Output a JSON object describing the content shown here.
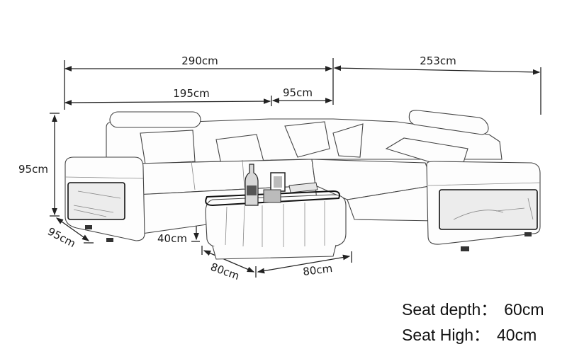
{
  "diagram": {
    "subject": "L-shaped sectional sofa with coffee table",
    "dimensions": {
      "total_width_left": "290cm",
      "total_width_right": "253cm",
      "section_width_left": "195cm",
      "section_width_corner": "95cm",
      "height": "95cm",
      "arm_depth": "95cm",
      "seat_height_marker": "40cm",
      "table_depth": "80cm",
      "table_width": "80cm"
    },
    "specs": [
      {
        "label": "Seat depth：",
        "value": "60cm"
      },
      {
        "label": "Seat High：",
        "value": "40cm"
      }
    ],
    "colors": {
      "background": "#ffffff",
      "lines": "#222222",
      "text": "#111111"
    }
  }
}
